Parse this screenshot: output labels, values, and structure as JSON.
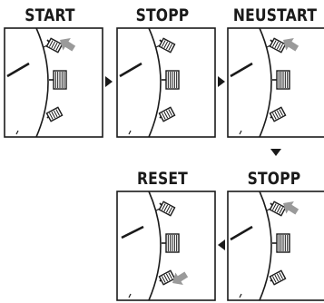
{
  "steps": [
    {
      "label": "START",
      "highlight": "top"
    },
    {
      "label": "STOPP",
      "highlight": "none"
    },
    {
      "label": "NEUSTART",
      "highlight": "top"
    },
    {
      "label": "STOPP",
      "highlight": "top"
    },
    {
      "label": "RESET",
      "highlight": "bottom"
    }
  ],
  "flow": [
    "right",
    "right",
    "down",
    "left"
  ],
  "colors": {
    "ink": "#1a1a1a",
    "pointer": "#9a9a9a",
    "background": "#ffffff"
  },
  "icons": {
    "button_top": "pushbutton-icon",
    "button_middle": "crown-button-icon",
    "button_bottom": "pushbutton-icon",
    "pointer": "press-arrow-icon",
    "hand": "watch-hand"
  }
}
